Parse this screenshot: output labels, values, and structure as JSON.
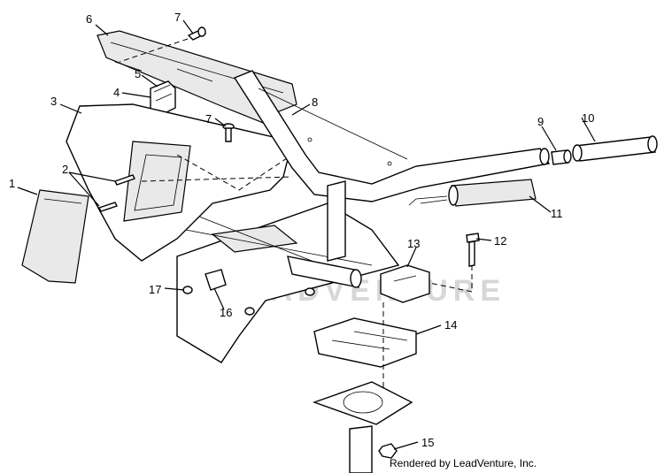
{
  "diagram": {
    "callouts": [
      "1",
      "2",
      "3",
      "4",
      "5",
      "6",
      "7",
      "7",
      "8",
      "9",
      "10",
      "11",
      "12",
      "13",
      "14",
      "15",
      "16",
      "17"
    ],
    "credit": "Rendered by LeadVenture, Inc.",
    "watermark": "LEADVENTURE"
  }
}
